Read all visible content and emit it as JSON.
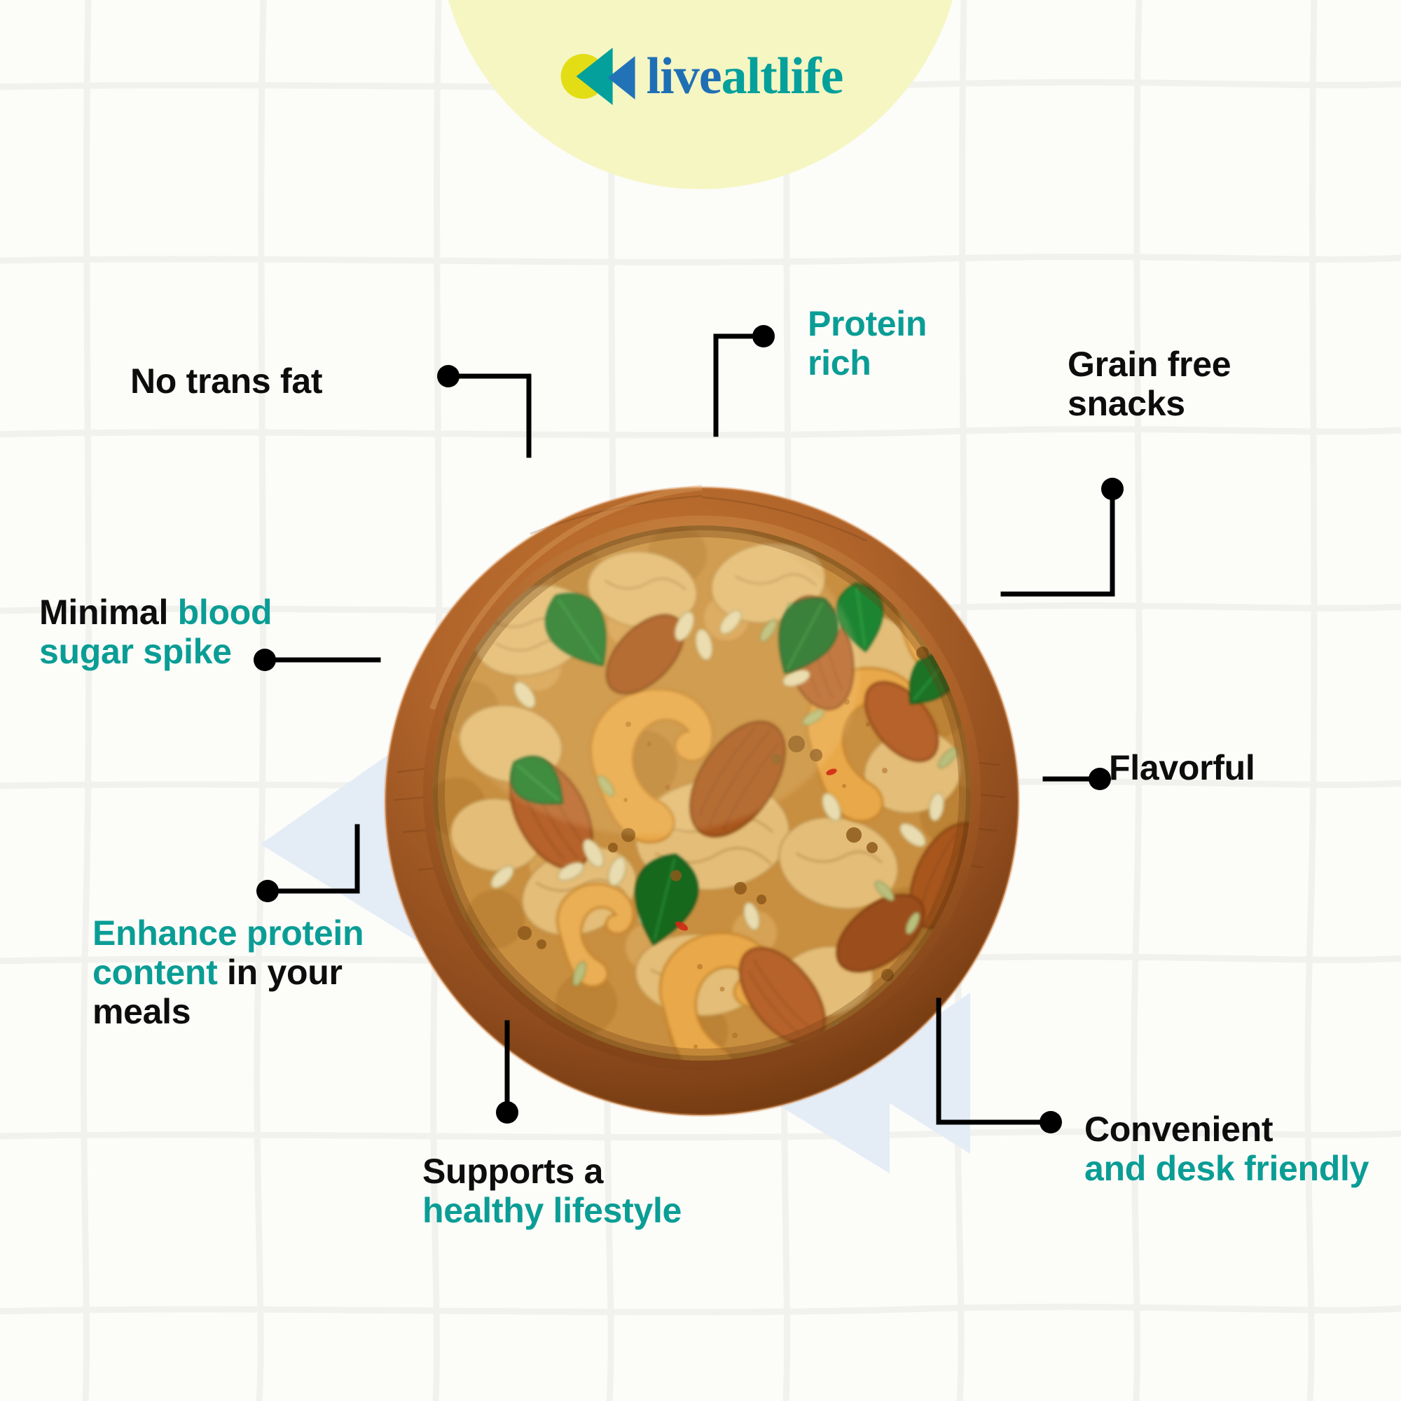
{
  "brand": {
    "name_part1": "live",
    "name_part2": "altlife",
    "logo_icon": "double-left-arrow-logo-icon",
    "colors": {
      "blue": "#1f6fb5",
      "teal": "#04a09b",
      "yellow": "#e3dd16",
      "header_blob": "#f6f6c3",
      "background": "#fcfcf9",
      "text_black": "#0d0d0d",
      "accent_teal": "#0a9d95",
      "watermark_blue": "#e4ecf6"
    }
  },
  "product": {
    "image_name": "wooden-bowl-of-mixed-nuts-trail-mix",
    "bowl_color": "#b0652c",
    "contents": [
      "cashews",
      "almonds",
      "walnuts",
      "sunflower seeds",
      "fennel seeds",
      "curry leaves",
      "spiced coating"
    ]
  },
  "callouts": [
    {
      "id": "no-trans-fat",
      "segments": [
        {
          "text": "No trans fat",
          "color": "black"
        }
      ],
      "plain": "No trans fat"
    },
    {
      "id": "protein-rich",
      "segments": [
        {
          "text": "Protein\nrich",
          "color": "teal"
        }
      ],
      "plain": "Protein rich"
    },
    {
      "id": "grain-free-snacks",
      "segments": [
        {
          "text": "Grain free\nsnacks",
          "color": "black"
        }
      ],
      "plain": "Grain free snacks"
    },
    {
      "id": "minimal-blood-sugar-spike",
      "segments": [
        {
          "text": "Minimal ",
          "color": "black"
        },
        {
          "text": "blood\nsugar spike",
          "color": "teal"
        }
      ],
      "plain": "Minimal blood sugar spike"
    },
    {
      "id": "flavorful",
      "segments": [
        {
          "text": "Flavorful",
          "color": "black"
        }
      ],
      "plain": "Flavorful"
    },
    {
      "id": "enhance-protein-content",
      "segments": [
        {
          "text": "Enhance protein\ncontent ",
          "color": "teal"
        },
        {
          "text": "in your\nmeals",
          "color": "black"
        }
      ],
      "plain": "Enhance protein content in your meals"
    },
    {
      "id": "supports-healthy-lifestyle",
      "segments": [
        {
          "text": "Supports a\n",
          "color": "black"
        },
        {
          "text": "healthy lifestyle",
          "color": "teal"
        }
      ],
      "plain": "Supports a healthy lifestyle"
    },
    {
      "id": "convenient-desk-friendly",
      "segments": [
        {
          "text": "Convenient\n",
          "color": "black"
        },
        {
          "text": "and desk friendly",
          "color": "teal"
        }
      ],
      "plain": "Convenient and desk friendly"
    }
  ],
  "labels": {
    "no_trans_fat": "No trans fat",
    "protein_rich_l1": "Protein",
    "protein_rich_l2": "rich",
    "grain_free_l1": "Grain free",
    "grain_free_l2": "snacks",
    "minimal": "Minimal ",
    "blood_sugar_l1": "blood",
    "blood_sugar_l2": "sugar spike",
    "flavorful": "Flavorful",
    "enhance_l1": "Enhance protein",
    "enhance_l2": "content ",
    "enhance_l2b": "in your",
    "enhance_l3": "meals",
    "supports_l1": "Supports a",
    "supports_l2": "healthy lifestyle",
    "convenient_l1": "Convenient",
    "convenient_l2": "and desk friendly"
  }
}
